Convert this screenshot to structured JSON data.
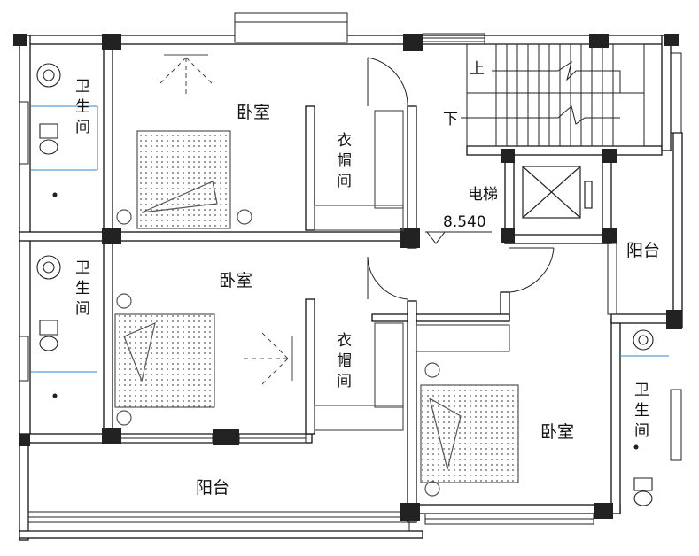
{
  "rooms": {
    "bedroom_top": "卧室",
    "bedroom_mid": "卧室",
    "bedroom_right": "卧室",
    "closet_top": [
      "衣",
      "帽",
      "间"
    ],
    "closet_mid": [
      "衣",
      "帽",
      "间"
    ],
    "bath_top": [
      "卫",
      "生",
      "间"
    ],
    "bath_mid": [
      "卫",
      "生",
      "间"
    ],
    "bath_right": [
      "卫",
      "生",
      "间"
    ],
    "balcony_bottom": "阳台",
    "balcony_right": "阳台",
    "elevator": "电梯"
  },
  "stairs": {
    "up": "上",
    "down": "下"
  },
  "elevation": "8.540"
}
